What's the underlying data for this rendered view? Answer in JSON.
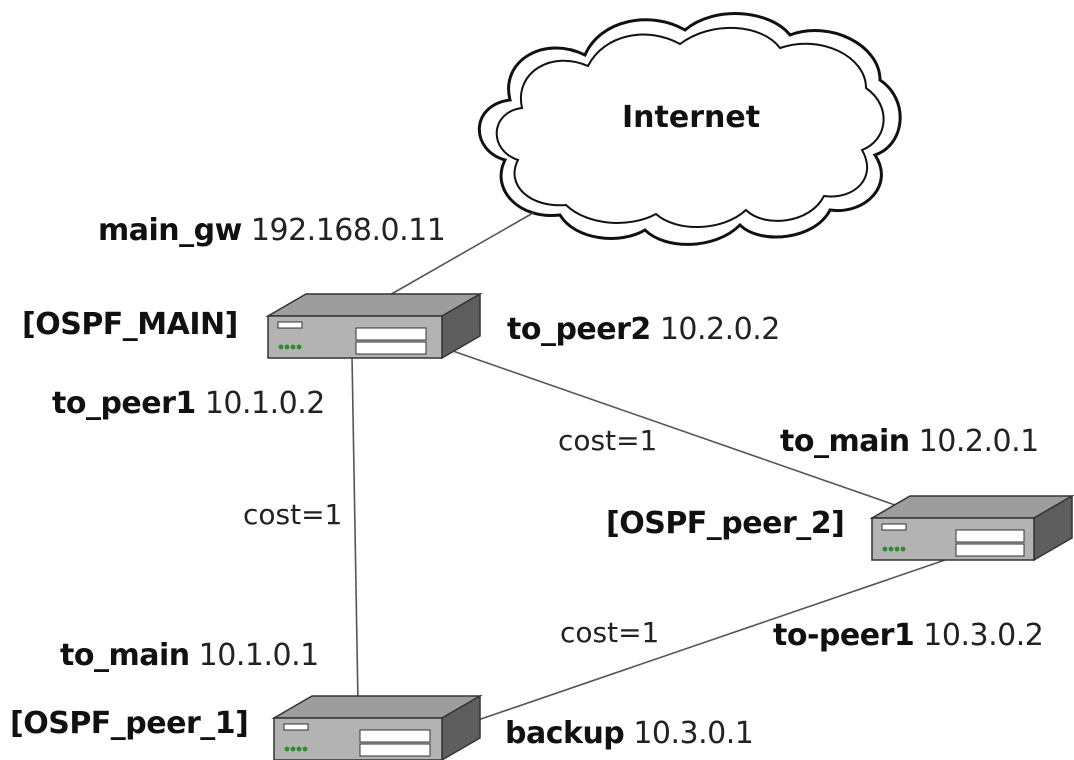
{
  "cloud": {
    "label": "Internet"
  },
  "nodes": {
    "main": {
      "name": "[OSPF_MAIN]"
    },
    "peer2": {
      "name": "[OSPF_peer_2]"
    },
    "peer1": {
      "name": "[OSPF_peer_1]"
    }
  },
  "interfaces": {
    "main_gw": {
      "name": "main_gw",
      "ip": "192.168.0.11"
    },
    "main_to_peer2": {
      "name": "to_peer2",
      "ip": "10.2.0.2"
    },
    "main_to_peer1": {
      "name": "to_peer1",
      "ip": "10.1.0.2"
    },
    "peer2_to_main": {
      "name": "to_main",
      "ip": "10.2.0.1"
    },
    "peer2_to_peer1": {
      "name": "to-peer1",
      "ip": "10.3.0.2"
    },
    "peer1_to_main": {
      "name": "to_main",
      "ip": "10.1.0.1"
    },
    "peer1_backup": {
      "name": "backup",
      "ip": "10.3.0.1"
    }
  },
  "links": {
    "main_peer2": {
      "cost": "cost=1"
    },
    "main_peer1": {
      "cost": "cost=1"
    },
    "peer1_peer2": {
      "cost": "cost=1"
    }
  }
}
